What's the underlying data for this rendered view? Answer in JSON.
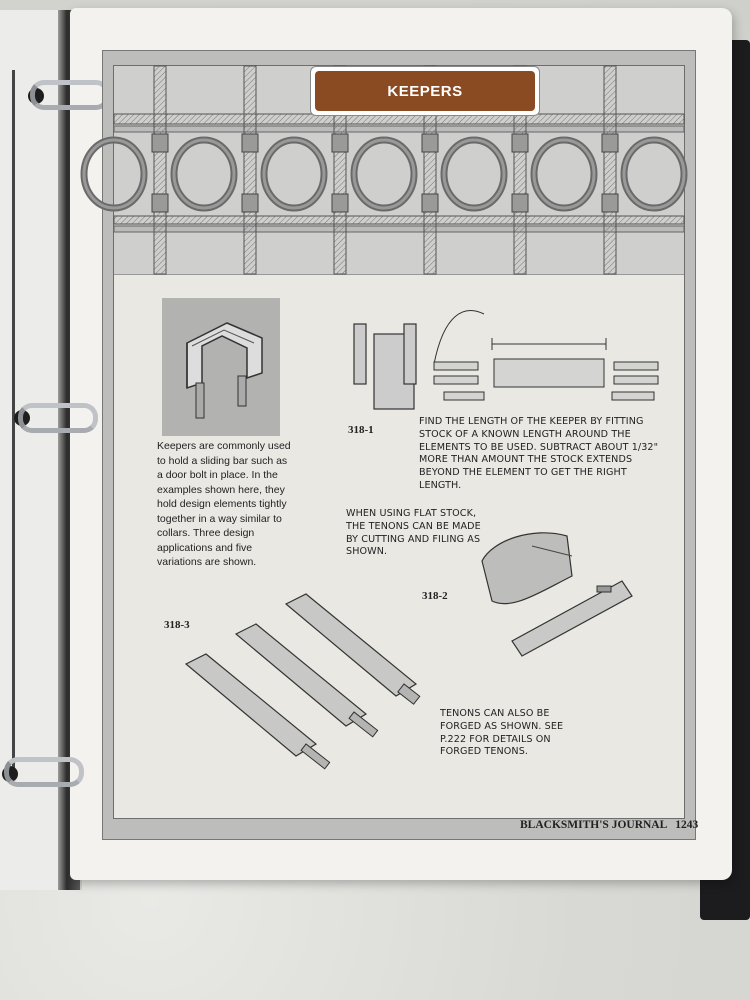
{
  "header": {
    "title": "KEEPERS"
  },
  "intro": {
    "caption": "Keepers are commonly used to hold a sliding bar such as a door bolt in place. In the examples shown here, they hold design elements tightly together in a way similar to collars. Three design applications and five variations are shown."
  },
  "figures": [
    {
      "id": "318-1",
      "note": "FIND THE LENGTH OF THE KEEPER BY FITTING STOCK OF A KNOWN LENGTH AROUND THE ELEMENTS TO BE USED. SUBTRACT ABOUT 1/32\" MORE THAN AMOUNT THE STOCK EXTENDS BEYOND THE ELEMENT TO GET THE RIGHT LENGTH."
    },
    {
      "id": "318-2",
      "note": "WHEN USING FLAT STOCK, THE TENONS CAN BE MADE BY CUTTING AND FILING AS SHOWN."
    },
    {
      "id": "318-3",
      "note": "TENONS CAN ALSO BE FORGED AS SHOWN. SEE P.222 FOR DETAILS ON FORGED TENONS."
    }
  ],
  "footer": {
    "journal": "BLACKSMITH'S JOURNAL",
    "page_number": "1243"
  }
}
